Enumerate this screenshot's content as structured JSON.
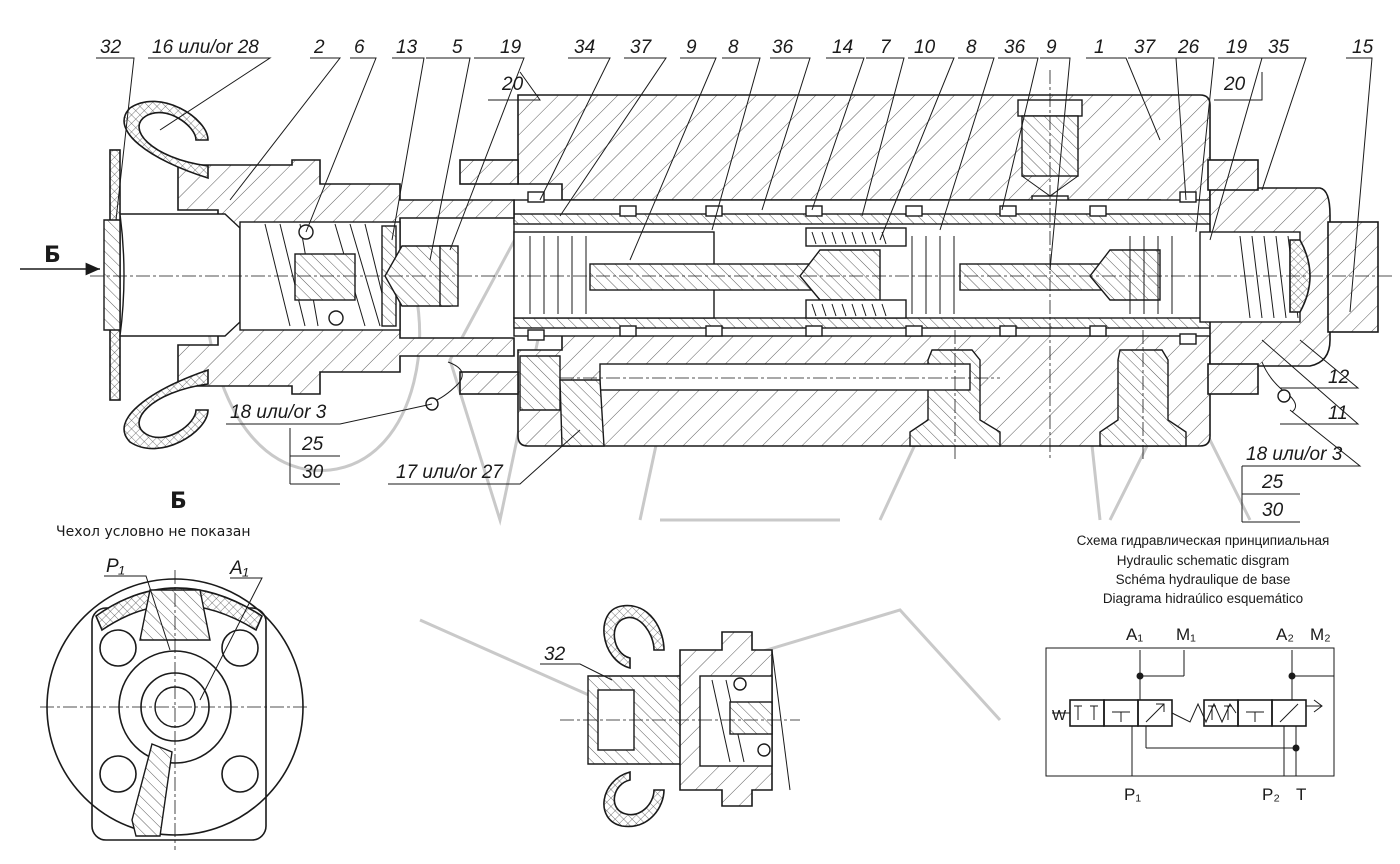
{
  "labels_top": [
    "32",
    "16 или/or 28",
    "2",
    "6",
    "13",
    "5",
    "19",
    "34",
    "37",
    "9",
    "8",
    "36",
    "14",
    "7",
    "10",
    "8",
    "36",
    "9",
    "1",
    "37",
    "26",
    "19",
    "35",
    "15"
  ],
  "labels_20": [
    "20",
    "20"
  ],
  "labels_right": [
    "12",
    "11"
  ],
  "label_18_left": "18 или/or 3",
  "label_25_left": "25",
  "label_30_left": "30",
  "label_17": "17 или/or 27",
  "label_18_right": "18 или/or 3",
  "label_25_right": "25",
  "label_30_right": "30",
  "view_arrow": "Б",
  "view_title": "Б",
  "view_note": "Чехол условно не показан",
  "port_p1": "P₁",
  "port_a1": "A₁",
  "detail_label": "32",
  "schematic_caption": [
    "Схема гидравлическая принципиальная",
    "Hydraulic schematic disgram",
    "Schéma hydraulique de base",
    "Diagrama hidraúlico esquemático"
  ],
  "schematic_ports": {
    "a1": "A₁",
    "m1": "M₁",
    "a2": "A₂",
    "m2": "M₂",
    "p1": "P₁",
    "p2": "P₂",
    "t": "T",
    "w": "W"
  }
}
